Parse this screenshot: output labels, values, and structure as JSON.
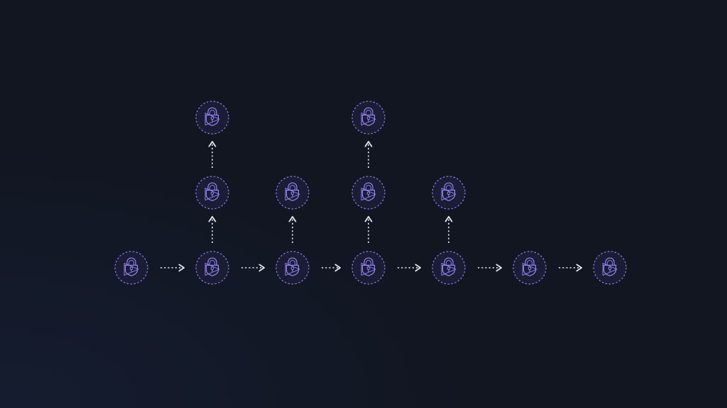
{
  "diagram": {
    "colors": {
      "background": "#111621",
      "node_ring": "#8b7cf0",
      "node_fill": "#1b1d35",
      "node_icon": "#9a89ff",
      "connector": "#e6e8ee"
    },
    "node_icon_name": "shield-lock-play-icon",
    "nodes": [
      {
        "id": "n1"
      },
      {
        "id": "n2"
      },
      {
        "id": "n3"
      },
      {
        "id": "n4"
      },
      {
        "id": "n5"
      },
      {
        "id": "n6"
      },
      {
        "id": "n7"
      },
      {
        "id": "b2a"
      },
      {
        "id": "b2b"
      },
      {
        "id": "b3a"
      },
      {
        "id": "b4a"
      },
      {
        "id": "b4b"
      },
      {
        "id": "b5a"
      }
    ],
    "edges": [
      {
        "from": "n1",
        "to": "n2"
      },
      {
        "from": "n2",
        "to": "n3"
      },
      {
        "from": "n3",
        "to": "n4"
      },
      {
        "from": "n4",
        "to": "n5"
      },
      {
        "from": "n5",
        "to": "n6"
      },
      {
        "from": "n6",
        "to": "n7"
      },
      {
        "from": "n2",
        "to": "b2a"
      },
      {
        "from": "b2a",
        "to": "b2b"
      },
      {
        "from": "n3",
        "to": "b3a"
      },
      {
        "from": "n4",
        "to": "b4a"
      },
      {
        "from": "b4a",
        "to": "b4b"
      },
      {
        "from": "n5",
        "to": "b5a"
      }
    ]
  }
}
